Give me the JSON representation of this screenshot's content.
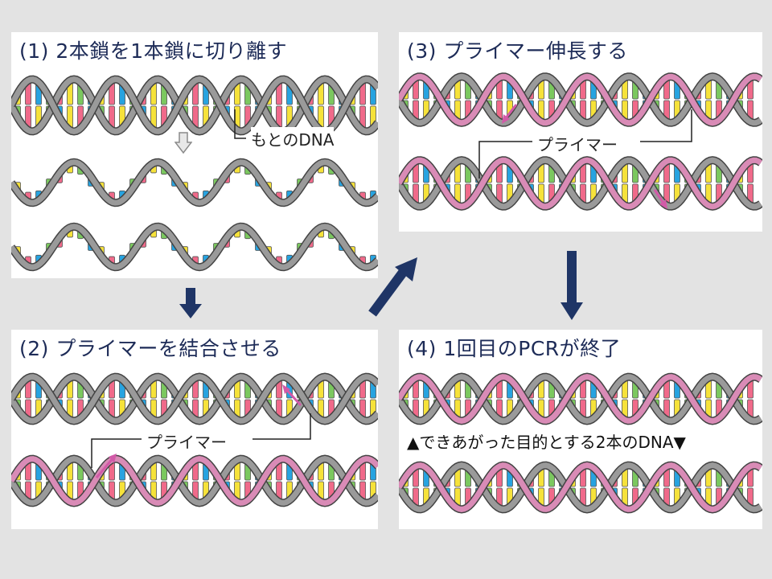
{
  "panels": {
    "p1": {
      "title": "(1) 2本鎖を1本鎖に切り離す",
      "label": "もとのDNA"
    },
    "p2": {
      "title": "(2) プライマーを結合させる",
      "label": "プライマー"
    },
    "p3": {
      "title": "(3) プライマー伸長する",
      "label": "プライマー"
    },
    "p4": {
      "title": "(4) 1回目のPCRが終了",
      "result": "▲できあがった目的とする2本のDNA▼"
    }
  },
  "colors": {
    "strand_gray": "#9a9a9a",
    "strand_pink": "#d98bb6",
    "arrow_navy": "#1f3566",
    "primer_arrow": "#d25aa8",
    "base_yellow": "#f6e23a",
    "base_pink": "#f06a8a",
    "base_blue": "#27a3e0",
    "base_green": "#7bc85f"
  }
}
